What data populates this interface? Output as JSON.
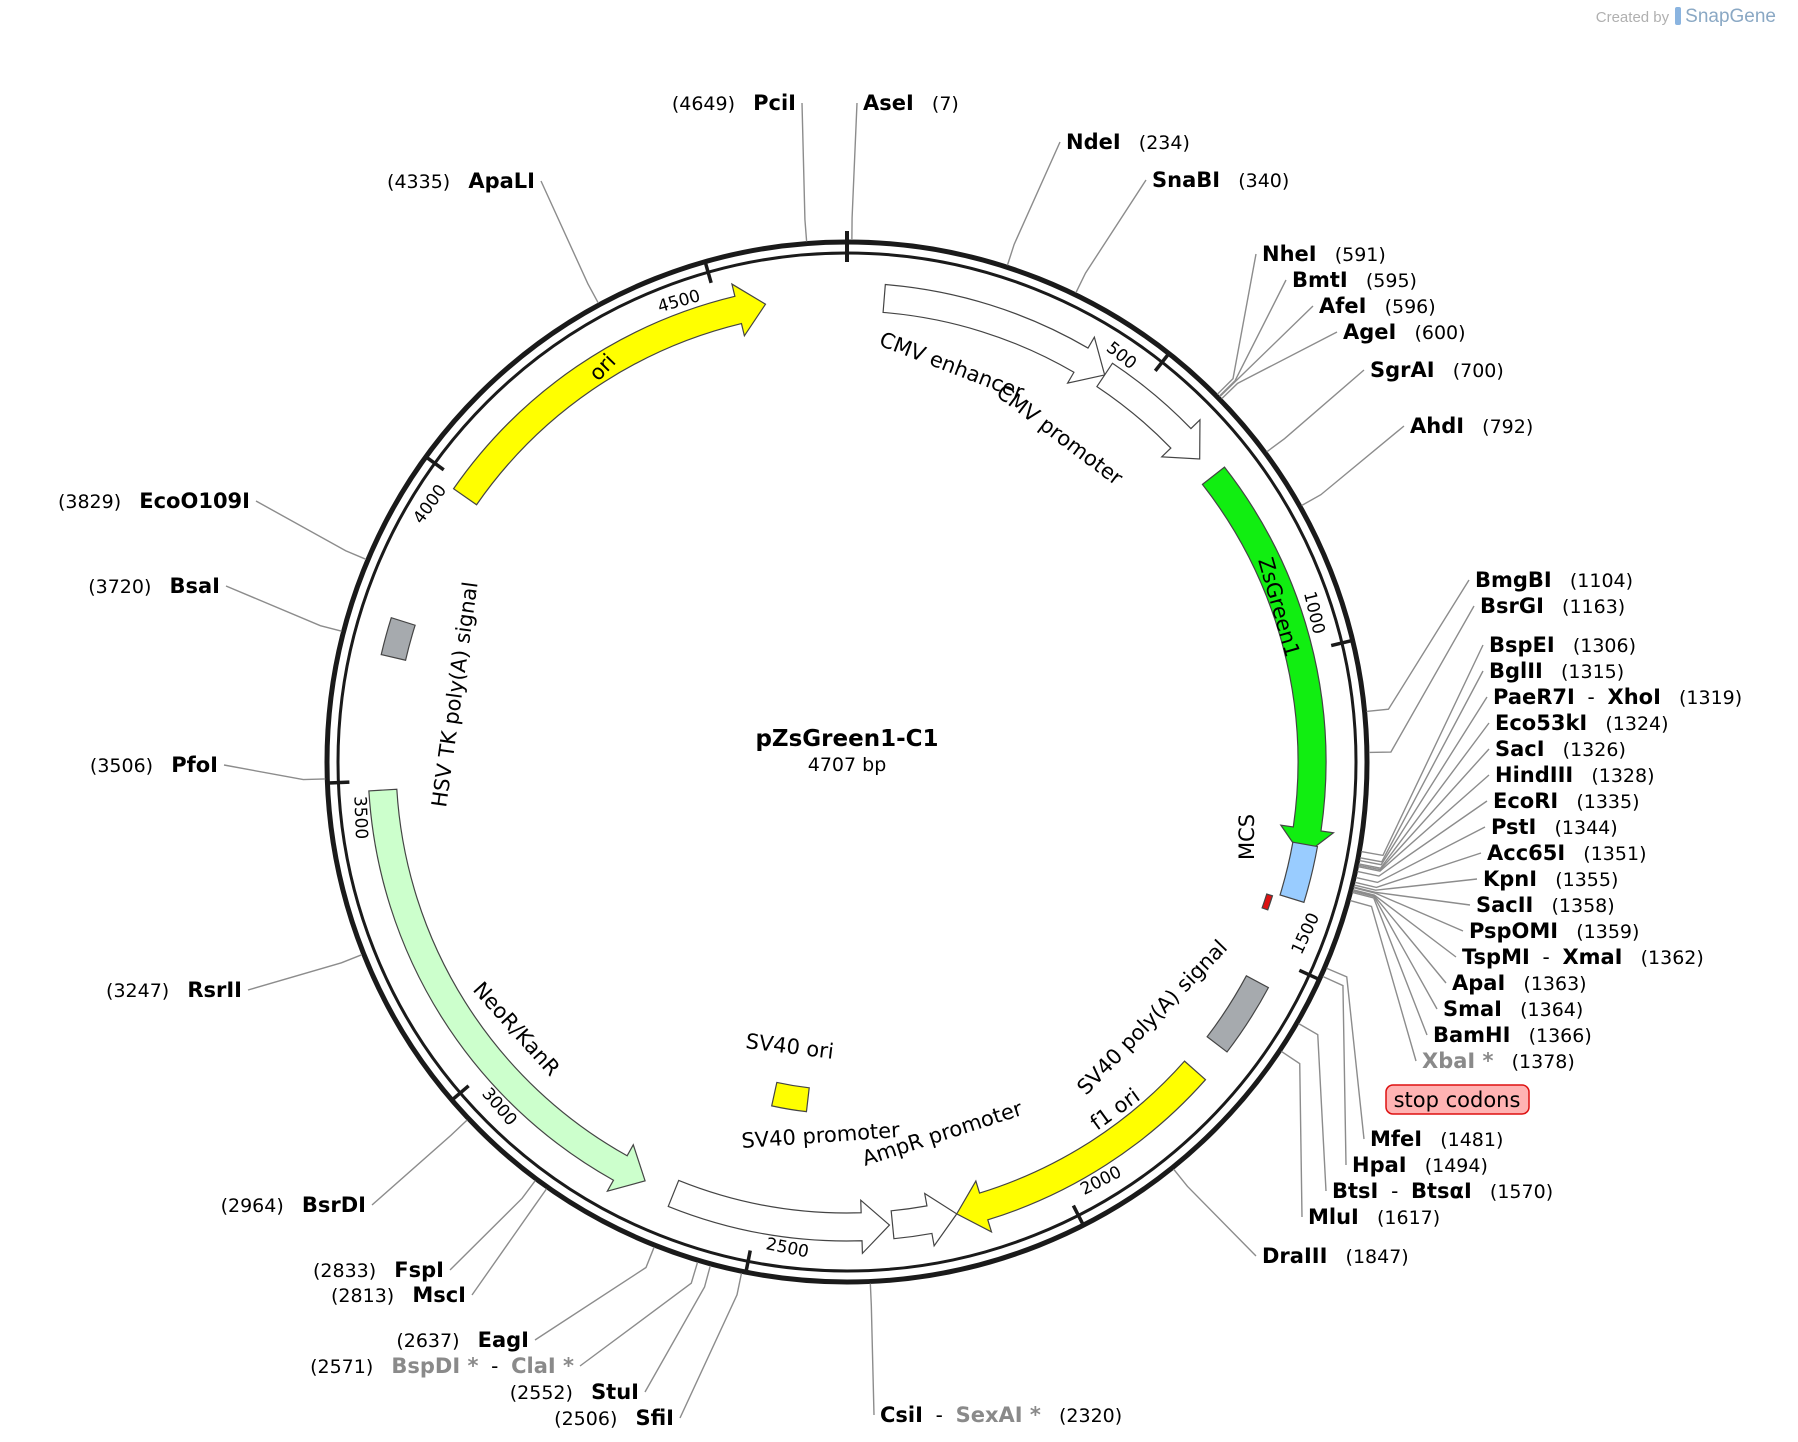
{
  "watermark": {
    "prefix": "Created by",
    "brand": "SnapGene"
  },
  "plasmid": {
    "name": "pZsGreen1-C1",
    "size_label": "4707 bp",
    "length": 4707
  },
  "ticks": [
    {
      "bp": 500,
      "label": "500"
    },
    {
      "bp": 1000,
      "label": "1000"
    },
    {
      "bp": 1500,
      "label": "1500"
    },
    {
      "bp": 2000,
      "label": "2000"
    },
    {
      "bp": 2500,
      "label": "2500"
    },
    {
      "bp": 3000,
      "label": "3000"
    },
    {
      "bp": 3500,
      "label": "3500"
    },
    {
      "bp": 4000,
      "label": "4000"
    },
    {
      "bp": 4500,
      "label": "4500"
    }
  ],
  "features": [
    {
      "name": "CMV enhancer",
      "type": "arrow",
      "start": 60,
      "end": 440,
      "strand": 1,
      "color": "#ffffff"
    },
    {
      "name": "CMV promoter",
      "type": "arrow",
      "start": 440,
      "end": 645,
      "strand": 1,
      "color": "#ffffff"
    },
    {
      "name": "ZsGreen1",
      "type": "arrow",
      "start": 680,
      "end": 1330,
      "strand": 1,
      "color": "#11ee11"
    },
    {
      "name": "MCS",
      "type": "box",
      "start": 1310,
      "end": 1400,
      "color": "#99ccff"
    },
    {
      "name": "stop codons",
      "type": "bar",
      "start": 1405,
      "end": 1430,
      "color": "#dd1111"
    },
    {
      "name": "SV40 poly(A) signal",
      "type": "box",
      "start": 1545,
      "end": 1665,
      "color": "#a6aaae"
    },
    {
      "name": "f1 ori",
      "type": "arrow",
      "start": 1720,
      "end": 2175,
      "strand": 1,
      "color": "#ffff00"
    },
    {
      "name": "AmpR promoter",
      "type": "arrow",
      "start": 2175,
      "end": 2280,
      "strand": -1,
      "color": "#ffffff"
    },
    {
      "name": "SV40 promoter",
      "type": "arrow",
      "start": 2285,
      "end": 2640,
      "strand": -1,
      "color": "#ffffff"
    },
    {
      "name": "SV40 ori",
      "type": "box",
      "start": 2440,
      "end": 2515,
      "color": "#ffff00",
      "inner": true
    },
    {
      "name": "NeoR/KanR",
      "type": "arrow",
      "start": 2690,
      "end": 3485,
      "strand": -1,
      "color": "#ccffcc"
    },
    {
      "name": "HSV TK poly(A) signal",
      "type": "box",
      "start": 3700,
      "end": 3760,
      "color": "#a6aaae"
    },
    {
      "name": "ori",
      "type": "arrow",
      "start": 3985,
      "end": 4575,
      "strand": 1,
      "color": "#ffff00"
    }
  ],
  "feature_labels": {
    "cmv_enhancer": "CMV enhancer",
    "cmv_promoter": "CMV promoter",
    "zsgreen1": "ZsGreen1",
    "mcs": "MCS",
    "stop_codons": "stop codons",
    "sv40_polya": "SV40 poly(A) signal",
    "f1_ori": "f1 ori",
    "ampr_promoter": "AmpR promoter",
    "sv40_promoter": "SV40 promoter",
    "sv40_ori": "SV40 ori",
    "neor": "NeoR/KanR",
    "hsv_polya": "HSV TK poly(A) signal",
    "ori": "ori"
  },
  "enzymes": [
    {
      "name": "AseI",
      "pos": "(7)",
      "bp": 7
    },
    {
      "name": "NdeI",
      "pos": "(234)",
      "bp": 234
    },
    {
      "name": "SnaBI",
      "pos": "(340)",
      "bp": 340
    },
    {
      "name": "NheI",
      "pos": "(591)",
      "bp": 591
    },
    {
      "name": "BmtI",
      "pos": "(595)",
      "bp": 595
    },
    {
      "name": "AfeI",
      "pos": "(596)",
      "bp": 596
    },
    {
      "name": "AgeI",
      "pos": "(600)",
      "bp": 600
    },
    {
      "name": "SgrAI",
      "pos": "(700)",
      "bp": 700
    },
    {
      "name": "AhdI",
      "pos": "(792)",
      "bp": 792
    },
    {
      "name": "BmgBI",
      "pos": "(1104)",
      "bp": 1104
    },
    {
      "name": "BsrGI",
      "pos": "(1163)",
      "bp": 1163
    },
    {
      "name": "BspEI",
      "pos": "(1306)",
      "bp": 1306
    },
    {
      "name": "BglII",
      "pos": "(1315)",
      "bp": 1315
    },
    {
      "name": "PaeR7I",
      "name2": "XhoI",
      "pos": "(1319)",
      "bp": 1319
    },
    {
      "name": "Eco53kI",
      "pos": "(1324)",
      "bp": 1324
    },
    {
      "name": "SacI",
      "pos": "(1326)",
      "bp": 1326
    },
    {
      "name": "HindIII",
      "pos": "(1328)",
      "bp": 1328
    },
    {
      "name": "EcoRI",
      "pos": "(1335)",
      "bp": 1335
    },
    {
      "name": "PstI",
      "pos": "(1344)",
      "bp": 1344
    },
    {
      "name": "Acc65I",
      "pos": "(1351)",
      "bp": 1351
    },
    {
      "name": "KpnI",
      "pos": "(1355)",
      "bp": 1355
    },
    {
      "name": "SacII",
      "pos": "(1358)",
      "bp": 1358
    },
    {
      "name": "PspOMI",
      "pos": "(1359)",
      "bp": 1359
    },
    {
      "name": "TspMI",
      "name2": "XmaI",
      "pos": "(1362)",
      "bp": 1362
    },
    {
      "name": "ApaI",
      "pos": "(1363)",
      "bp": 1363
    },
    {
      "name": "SmaI",
      "pos": "(1364)",
      "bp": 1364
    },
    {
      "name": "BamHI",
      "pos": "(1366)",
      "bp": 1366
    },
    {
      "name": "XbaI *",
      "pos": "(1378)",
      "bp": 1378,
      "blocked": true
    },
    {
      "name": "MfeI",
      "pos": "(1481)",
      "bp": 1481
    },
    {
      "name": "HpaI",
      "pos": "(1494)",
      "bp": 1494
    },
    {
      "name": "BtsI",
      "name2": "BtsαI",
      "pos": "(1570)",
      "bp": 1570
    },
    {
      "name": "MluI",
      "pos": "(1617)",
      "bp": 1617
    },
    {
      "name": "DraIII",
      "pos": "(1847)",
      "bp": 1847
    },
    {
      "name": "CsiI",
      "name2": "SexAI *",
      "pos": "(2320)",
      "bp": 2320,
      "blocked2": true
    },
    {
      "name": "SfiI",
      "pos": "(2506)",
      "bp": 2506
    },
    {
      "name": "StuI",
      "pos": "(2552)",
      "bp": 2552
    },
    {
      "name": "BspDI *",
      "name2": "ClaI *",
      "pos": "(2571)",
      "bp": 2571,
      "blocked": true,
      "blocked2": true
    },
    {
      "name": "EagI",
      "pos": "(2637)",
      "bp": 2637
    },
    {
      "name": "MscI",
      "pos": "(2813)",
      "bp": 2813
    },
    {
      "name": "FspI",
      "pos": "(2833)",
      "bp": 2833
    },
    {
      "name": "BsrDI",
      "pos": "(2964)",
      "bp": 2964
    },
    {
      "name": "RsrII",
      "pos": "(3247)",
      "bp": 3247
    },
    {
      "name": "PfoI",
      "pos": "(3506)",
      "bp": 3506
    },
    {
      "name": "BsaI",
      "pos": "(3720)",
      "bp": 3720
    },
    {
      "name": "EcoO109I",
      "pos": "(3829)",
      "bp": 3829
    },
    {
      "name": "ApaLI",
      "pos": "(4335)",
      "bp": 4335
    },
    {
      "name": "PciI",
      "pos": "(4649)",
      "bp": 4649
    }
  ],
  "enzyme_dash": "-",
  "colors": {
    "backbone": "#1a1a1a",
    "leader": "#8c8c8c",
    "stop_fill": "#ffb3b3",
    "stop_stroke": "#dd1111",
    "blocked_text": "#8a8a8a"
  }
}
